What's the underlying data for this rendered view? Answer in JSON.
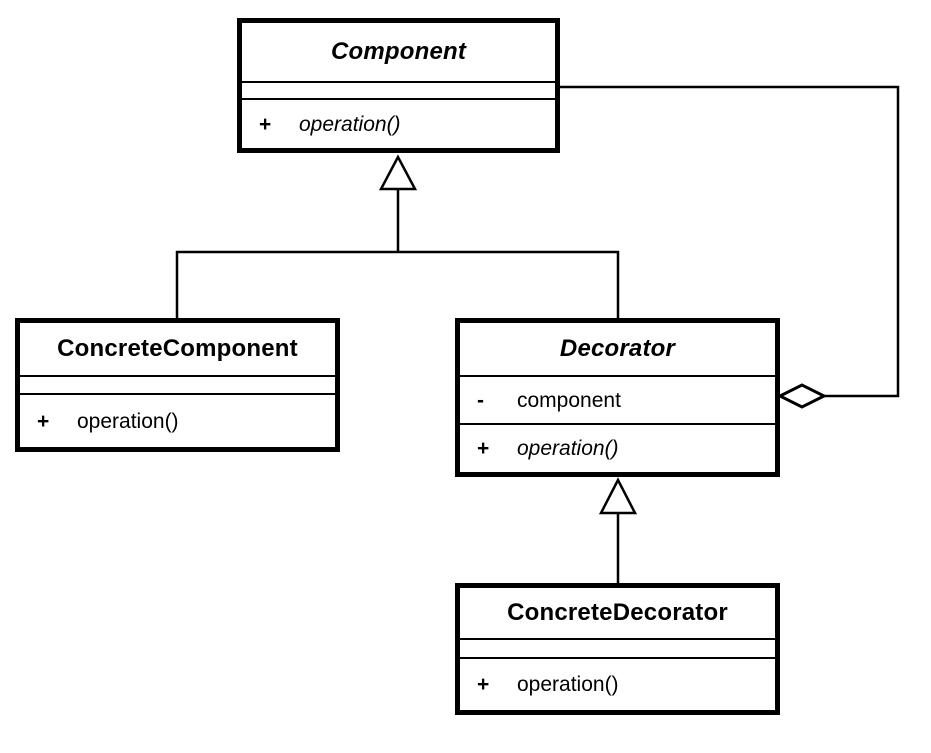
{
  "diagram": {
    "kind": "uml-class-diagram",
    "pattern": "Decorator",
    "colors": {
      "background": "#ffffff",
      "line": "#000000",
      "box_fill": "#ffffff",
      "text": "#000000"
    },
    "classes": {
      "component": {
        "name": "Component",
        "abstract": true,
        "attributes": [],
        "methods": [
          {
            "visibility": "+",
            "name": "operation()",
            "abstract": true
          }
        ]
      },
      "concrete_component": {
        "name": "ConcreteComponent",
        "abstract": false,
        "attributes": [],
        "methods": [
          {
            "visibility": "+",
            "name": "operation()",
            "abstract": false
          }
        ]
      },
      "decorator": {
        "name": "Decorator",
        "abstract": true,
        "attributes": [
          {
            "visibility": "-",
            "name": "component"
          }
        ],
        "methods": [
          {
            "visibility": "+",
            "name": "operation()",
            "abstract": true
          }
        ]
      },
      "concrete_decorator": {
        "name": "ConcreteDecorator",
        "abstract": false,
        "attributes": [],
        "methods": [
          {
            "visibility": "+",
            "name": "operation()",
            "abstract": false
          }
        ]
      }
    },
    "relationships": [
      {
        "type": "generalization",
        "from": "ConcreteComponent",
        "to": "Component"
      },
      {
        "type": "generalization",
        "from": "Decorator",
        "to": "Component"
      },
      {
        "type": "generalization",
        "from": "ConcreteDecorator",
        "to": "Decorator"
      },
      {
        "type": "aggregation",
        "from": "Decorator",
        "to": "Component"
      }
    ]
  }
}
